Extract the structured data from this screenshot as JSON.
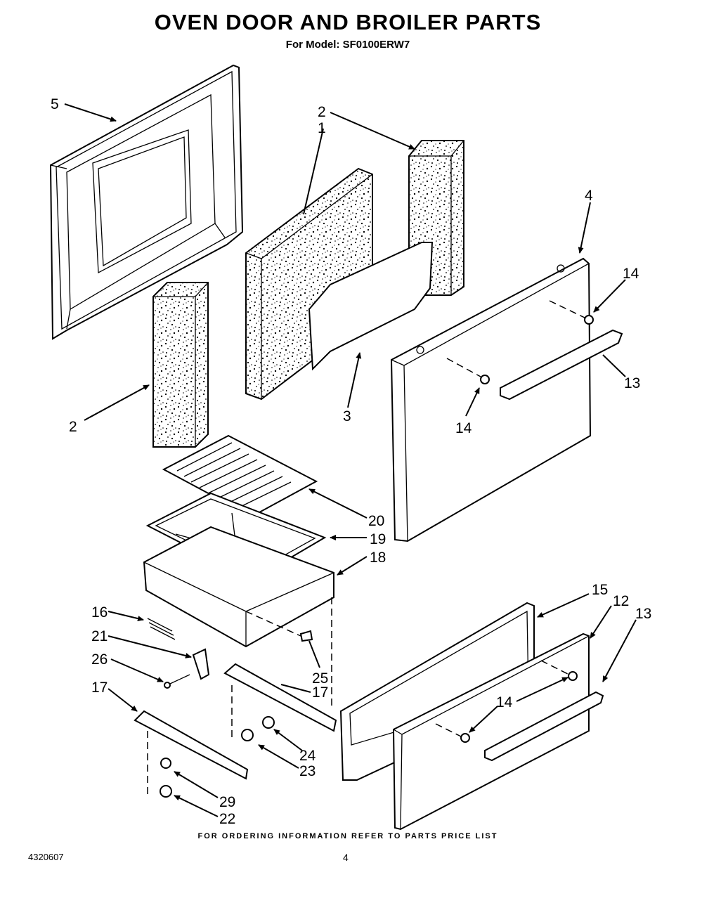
{
  "header": {
    "title": "OVEN DOOR AND BROILER PARTS",
    "subtitle": "For Model: SF0100ERW7"
  },
  "footer": {
    "note": "FOR ORDERING INFORMATION REFER TO PARTS PRICE LIST",
    "doc_number": "4320607",
    "page_number": "4"
  },
  "callouts": {
    "c1": "1",
    "c2_top": "2",
    "c2_left": "2",
    "c3": "3",
    "c4": "4",
    "c5": "5",
    "c12": "12",
    "c13_top": "13",
    "c13_bottom": "13",
    "c14_top": "14",
    "c14_mid": "14",
    "c14_bottom": "14",
    "c15": "15",
    "c16": "16",
    "c17_left": "17",
    "c17_right": "17",
    "c18": "18",
    "c19": "19",
    "c20": "20",
    "c21": "21",
    "c22": "22",
    "c23": "23",
    "c24": "24",
    "c25": "25",
    "c26": "26",
    "c29": "29"
  }
}
